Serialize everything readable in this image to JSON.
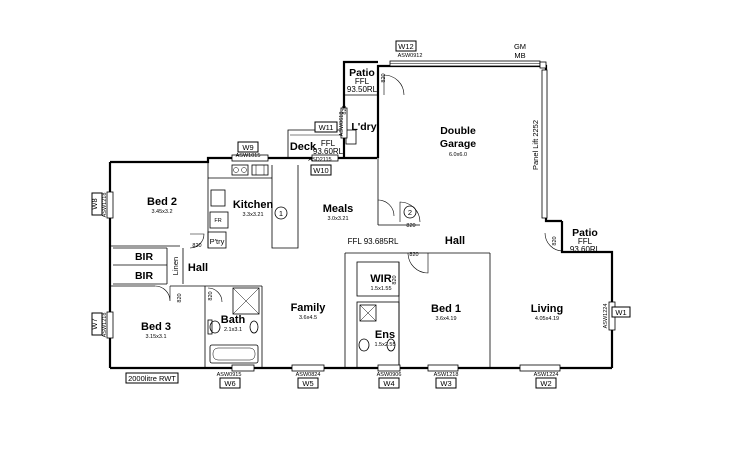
{
  "rooms": {
    "patio_top": {
      "name": "Patio",
      "ffl": "FFL",
      "rl": "93.50RL"
    },
    "laundry": {
      "name": "L'dry"
    },
    "garage": {
      "name1": "Double",
      "name2": "Garage",
      "dim": "6.0x6.0",
      "panel_lift": "Panel Lift 2252",
      "gm": "GM",
      "mb": "MB"
    },
    "deck": {
      "name": "Deck",
      "ffl": "FFL",
      "rl": "93.60RL"
    },
    "bed2": {
      "name": "Bed 2",
      "dim": "3.45x3.2"
    },
    "kitchen": {
      "name": "Kitchen",
      "dim": "3.3x3.21",
      "fr": "FR",
      "pantry": "P'try"
    },
    "meals": {
      "name": "Meals",
      "dim": "3.0x3.21"
    },
    "patio_right": {
      "name": "Patio",
      "ffl": "FFL",
      "rl": "93.60RL"
    },
    "bir1": {
      "name": "BIR"
    },
    "bir2": {
      "name": "BIR"
    },
    "linen": {
      "name": "Linen"
    },
    "hall_left": {
      "name": "Hall"
    },
    "hall_main": {
      "name": "Hall"
    },
    "ffl_main": {
      "text": "FFL 93.685RL"
    },
    "wir": {
      "name": "WIR",
      "dim": "1.5x1.55"
    },
    "family": {
      "name": "Family",
      "dim": "3.6x4.5"
    },
    "bed1": {
      "name": "Bed 1",
      "dim": "3.6x4.19"
    },
    "living": {
      "name": "Living",
      "dim": "4.05x4.19"
    },
    "bed3": {
      "name": "Bed 3",
      "dim": "3.15x3.1"
    },
    "bath": {
      "name": "Bath",
      "dim": "2.1x3.1"
    },
    "ens": {
      "name": "Ens",
      "dim": "1.5x2.55"
    },
    "rwt": {
      "text": "2000litre RWT"
    }
  },
  "markers": {
    "m1": "1",
    "m2": "2"
  },
  "door_widths": {
    "d_patio": "820",
    "d_lauwall": "820",
    "d_garage": "820",
    "d_pantry": "820",
    "d_bed3": "820",
    "d_wir": "820",
    "d_bed1": "820",
    "d_patio_right": "820",
    "d_bath": "820"
  },
  "windows": {
    "w12": {
      "tag": "W12",
      "code": "ASW0912"
    },
    "w11": {
      "tag": "W11",
      "code": "ASW0618"
    },
    "w9": {
      "tag": "W9",
      "code": "ASW1015"
    },
    "deck_code": {
      "code": "ASD2115"
    },
    "w10": {
      "tag": "W10"
    },
    "w8": {
      "tag": "W8",
      "code": "ASW1218"
    },
    "w7": {
      "tag": "W7",
      "code": "ASW1218"
    },
    "w1": {
      "tag": "W1",
      "code": "ASW1224"
    },
    "w6": {
      "tag": "W6",
      "code": "ASW0915"
    },
    "w5": {
      "tag": "W5",
      "code": "ASW0824"
    },
    "w4": {
      "tag": "W4",
      "code": "ASW0906"
    },
    "w3": {
      "tag": "W3",
      "code": "ASW1218"
    },
    "w2": {
      "tag": "W2",
      "code": "ASW1224"
    }
  }
}
